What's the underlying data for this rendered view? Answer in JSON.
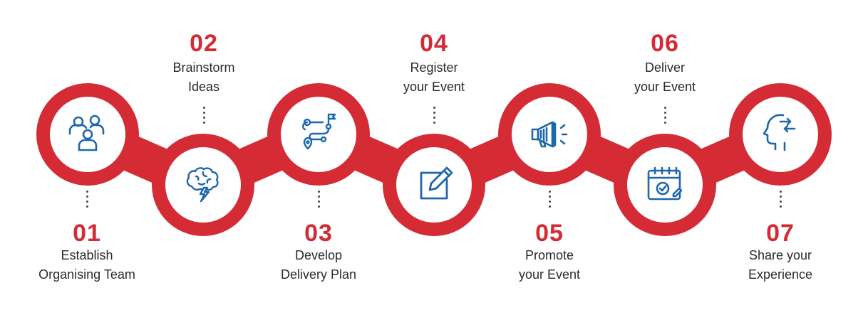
{
  "steps": [
    {
      "number": "01",
      "line1": "Establish",
      "line2": "Organising Team",
      "icon": "team-icon"
    },
    {
      "number": "02",
      "line1": "Brainstorm",
      "line2": "Ideas",
      "icon": "brain-icon"
    },
    {
      "number": "03",
      "line1": "Develop",
      "line2": "Delivery Plan",
      "icon": "roadmap-icon"
    },
    {
      "number": "04",
      "line1": "Register",
      "line2": "your Event",
      "icon": "edit-icon"
    },
    {
      "number": "05",
      "line1": "Promote",
      "line2": "your Event",
      "icon": "megaphone-icon"
    },
    {
      "number": "06",
      "line1": "Deliver",
      "line2": "your Event",
      "icon": "calendar-check-icon"
    },
    {
      "number": "07",
      "line1": "Share your",
      "line2": "Experience",
      "icon": "head-arrows-icon"
    }
  ],
  "colors": {
    "accent": "#d42b35",
    "icon": "#1f67ab",
    "text": "#2a2a2a"
  }
}
